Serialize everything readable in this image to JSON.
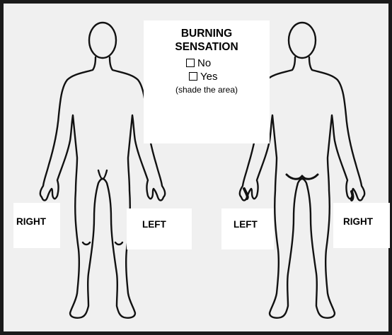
{
  "form": {
    "title_line1": "BURNING",
    "title_line2": "SENSATION",
    "option_no": "No",
    "option_yes": "Yes",
    "instruction": "(shade the area)"
  },
  "labels": {
    "front_right": "RIGHT",
    "front_left": "LEFT",
    "back_left": "LEFT",
    "back_right": "RIGHT"
  },
  "figures": {
    "front": "front-body-outline",
    "back": "back-body-outline"
  }
}
